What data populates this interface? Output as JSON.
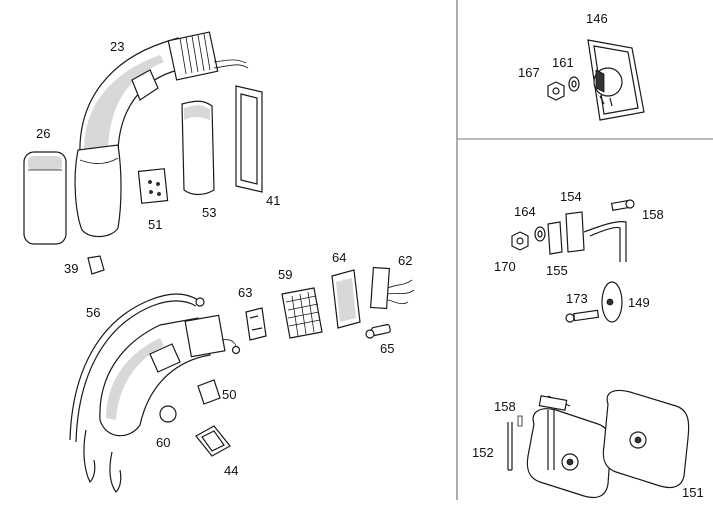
{
  "labels": {
    "p23": "23",
    "p26": "26",
    "p39": "39",
    "p41": "41",
    "p51": "51",
    "p53": "53",
    "p56": "56",
    "p59": "59",
    "p63": "63",
    "p64": "64",
    "p62": "62",
    "p65": "65",
    "p50": "50",
    "p60": "60",
    "p44": "44",
    "p146": "146",
    "p167": "167",
    "p161": "161",
    "p154": "154",
    "p164": "164",
    "p158a": "158",
    "p170": "170",
    "p155": "155",
    "p173": "173",
    "p149": "149",
    "p158b": "158",
    "p152": "152",
    "p151": "151"
  },
  "colors": {
    "line": "#1a1a1a",
    "shade": "#d8d8d8",
    "divider": "#777777"
  }
}
